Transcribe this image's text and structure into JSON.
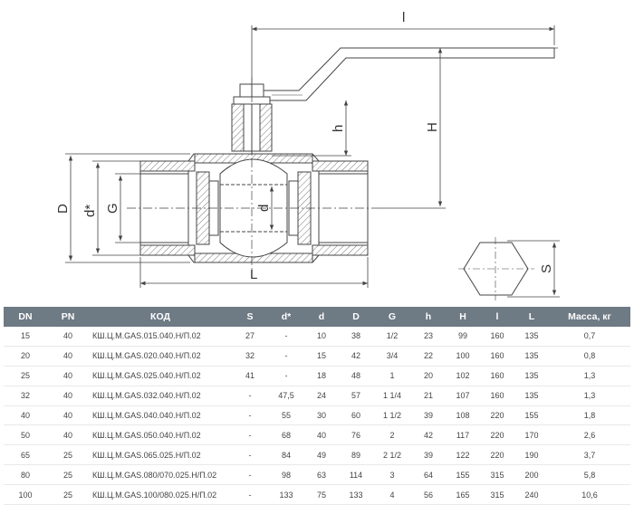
{
  "drawing": {
    "labels": {
      "l": "l",
      "H": "H",
      "h": "h",
      "D": "D",
      "d_star": "d*",
      "G": "G",
      "d": "d",
      "L": "L",
      "S": "S"
    }
  },
  "table": {
    "columns": [
      "DN",
      "PN",
      "КОД",
      "S",
      "d*",
      "d",
      "D",
      "G",
      "h",
      "H",
      "l",
      "L",
      "Масса, кг"
    ],
    "rows": [
      [
        "15",
        "40",
        "КШ.Ц.М.GAS.015.040.Н/П.02",
        "27",
        "-",
        "10",
        "38",
        "1/2",
        "23",
        "99",
        "160",
        "135",
        "0,7"
      ],
      [
        "20",
        "40",
        "КШ.Ц.М.GAS.020.040.Н/П.02",
        "32",
        "-",
        "15",
        "42",
        "3/4",
        "22",
        "100",
        "160",
        "135",
        "0,8"
      ],
      [
        "25",
        "40",
        "КШ.Ц.М.GAS.025.040.Н/П.02",
        "41",
        "-",
        "18",
        "48",
        "1",
        "20",
        "102",
        "160",
        "135",
        "1,3"
      ],
      [
        "32",
        "40",
        "КШ.Ц.М.GAS.032.040.Н/П.02",
        "-",
        "47,5",
        "24",
        "57",
        "1 1/4",
        "21",
        "107",
        "160",
        "135",
        "1,3"
      ],
      [
        "40",
        "40",
        "КШ.Ц.М.GAS.040.040.Н/П.02",
        "-",
        "55",
        "30",
        "60",
        "1 1/2",
        "39",
        "108",
        "220",
        "155",
        "1,8"
      ],
      [
        "50",
        "40",
        "КШ.Ц.М.GAS.050.040.Н/П.02",
        "-",
        "68",
        "40",
        "76",
        "2",
        "42",
        "117",
        "220",
        "170",
        "2,6"
      ],
      [
        "65",
        "25",
        "КШ.Ц.М.GAS.065.025.Н/П.02",
        "-",
        "84",
        "49",
        "89",
        "2 1/2",
        "39",
        "122",
        "220",
        "190",
        "3,7"
      ],
      [
        "80",
        "25",
        "КШ.Ц.М.GAS.080/070.025.Н/П.02",
        "-",
        "98",
        "63",
        "114",
        "3",
        "64",
        "155",
        "315",
        "200",
        "5,8"
      ],
      [
        "100",
        "25",
        "КШ.Ц.М.GAS.100/080.025.Н/П.02",
        "-",
        "133",
        "75",
        "133",
        "4",
        "56",
        "165",
        "315",
        "240",
        "10,6"
      ]
    ]
  }
}
